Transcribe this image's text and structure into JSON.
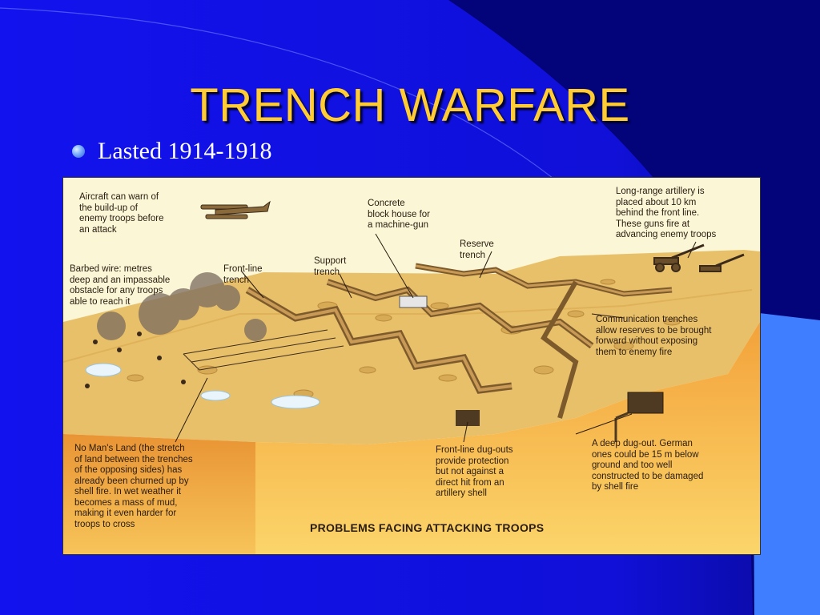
{
  "slide": {
    "title": "TRENCH WARFARE",
    "bullets": [
      "Lasted 1914-1918"
    ]
  },
  "diagram": {
    "caption": "PROBLEMS FACING ATTACKING TROOPS",
    "labels": {
      "aircraft": "Aircraft can warn of\nthe build-up of\nenemy troops before\nan attack",
      "concrete": "Concrete\nblock house for\na machine-gun",
      "artillery": "Long-range artillery is\nplaced about 10 km\nbehind the front line.\nThese guns fire at\nadvancing enemy troops",
      "reserve": "Reserve\ntrench",
      "support": "Support\ntrench",
      "frontline": "Front-line\ntrench",
      "barbed": "Barbed wire: metres\ndeep and an impassable\nobstacle for any troops\nable to reach it",
      "communication": "Communication trenches\nallow reserves to be brought\nforward without exposing\nthem to enemy fire",
      "nomansland": "No Man's Land (the stretch\nof land between the trenches\nof the opposing sides) has\nalready been churned up by\nshell fire. In wet weather it\nbecomes a mass of mud,\nmaking it even harder for\ntroops to cross",
      "dugouts": "Front-line dug-outs\nprovide protection\nbut not against a\ndirect hit from an\nartillery shell",
      "deepdugout": "A deep dug-out. German\nones could be 15 m below\nground and too well\nconstructed to be damaged\nby shell fire"
    }
  },
  "colors": {
    "background": "#1414ee",
    "title": "#ffcc33",
    "text": "#ffffff"
  }
}
